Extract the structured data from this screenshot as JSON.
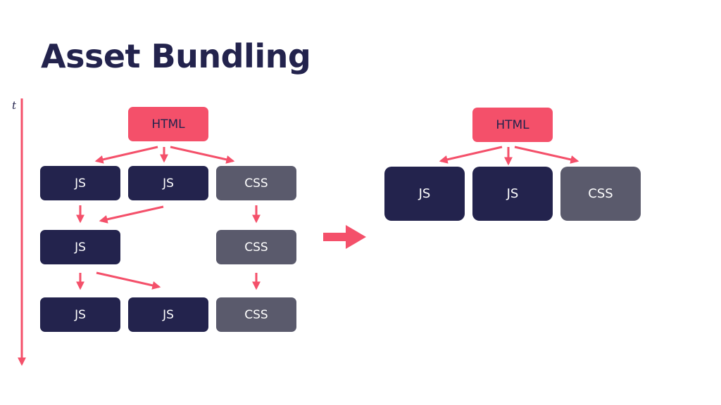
{
  "title": "Asset Bundling",
  "time_axis_label": "t",
  "colors": {
    "accent": "#f4506a",
    "js": "#23234d",
    "css": "#5a5a6c",
    "title": "#23234d"
  },
  "unbundled": {
    "root": "HTML",
    "row1": [
      "JS",
      "JS",
      "CSS"
    ],
    "row2": [
      "JS",
      "CSS"
    ],
    "row3": [
      "JS",
      "JS",
      "CSS"
    ]
  },
  "bundled": {
    "root": "HTML",
    "row1": [
      "JS",
      "JS",
      "CSS"
    ]
  }
}
